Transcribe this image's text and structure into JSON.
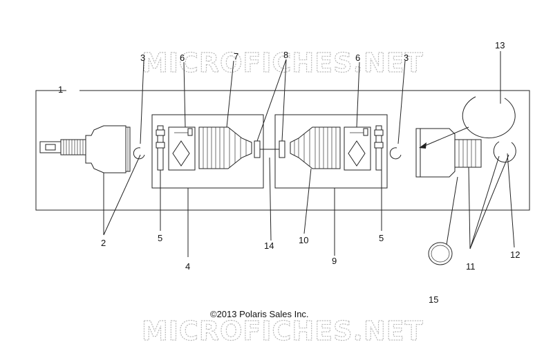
{
  "copyright": "©2013 Polaris Sales Inc.",
  "watermark": "MICROFICHES.NET",
  "callouts": {
    "c1": "1",
    "c2": "2",
    "c3a": "3",
    "c3b": "3",
    "c4": "4",
    "c5a": "5",
    "c5b": "5",
    "c6a": "6",
    "c6b": "6",
    "c7": "7",
    "c8": "8",
    "c9": "9",
    "c10": "10",
    "c11": "11",
    "c12": "12",
    "c13": "13",
    "c14": "14",
    "c15": "15"
  },
  "colors": {
    "line": "#222222",
    "watermark": "#b8b8b8",
    "background": "#ffffff"
  }
}
